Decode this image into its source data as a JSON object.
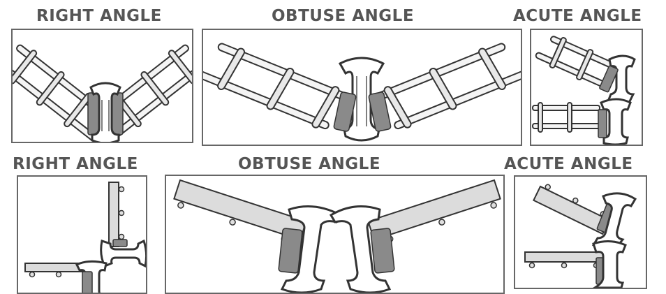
{
  "top_row": {
    "right_label": "RIGHT ANGLE",
    "obtuse_label": "OBTUSE ANGLE",
    "acute_label": "ACUTE ANGLE"
  },
  "bottom_row": {
    "right_label": "RIGHT ANGLE",
    "obtuse_label": "OBTUSE ANGLE",
    "acute_label": "ACUTE ANGLE"
  },
  "colors": {
    "label_text": "#555555",
    "panel_border": "#666666",
    "connector_insert": "#8a8a8a"
  }
}
